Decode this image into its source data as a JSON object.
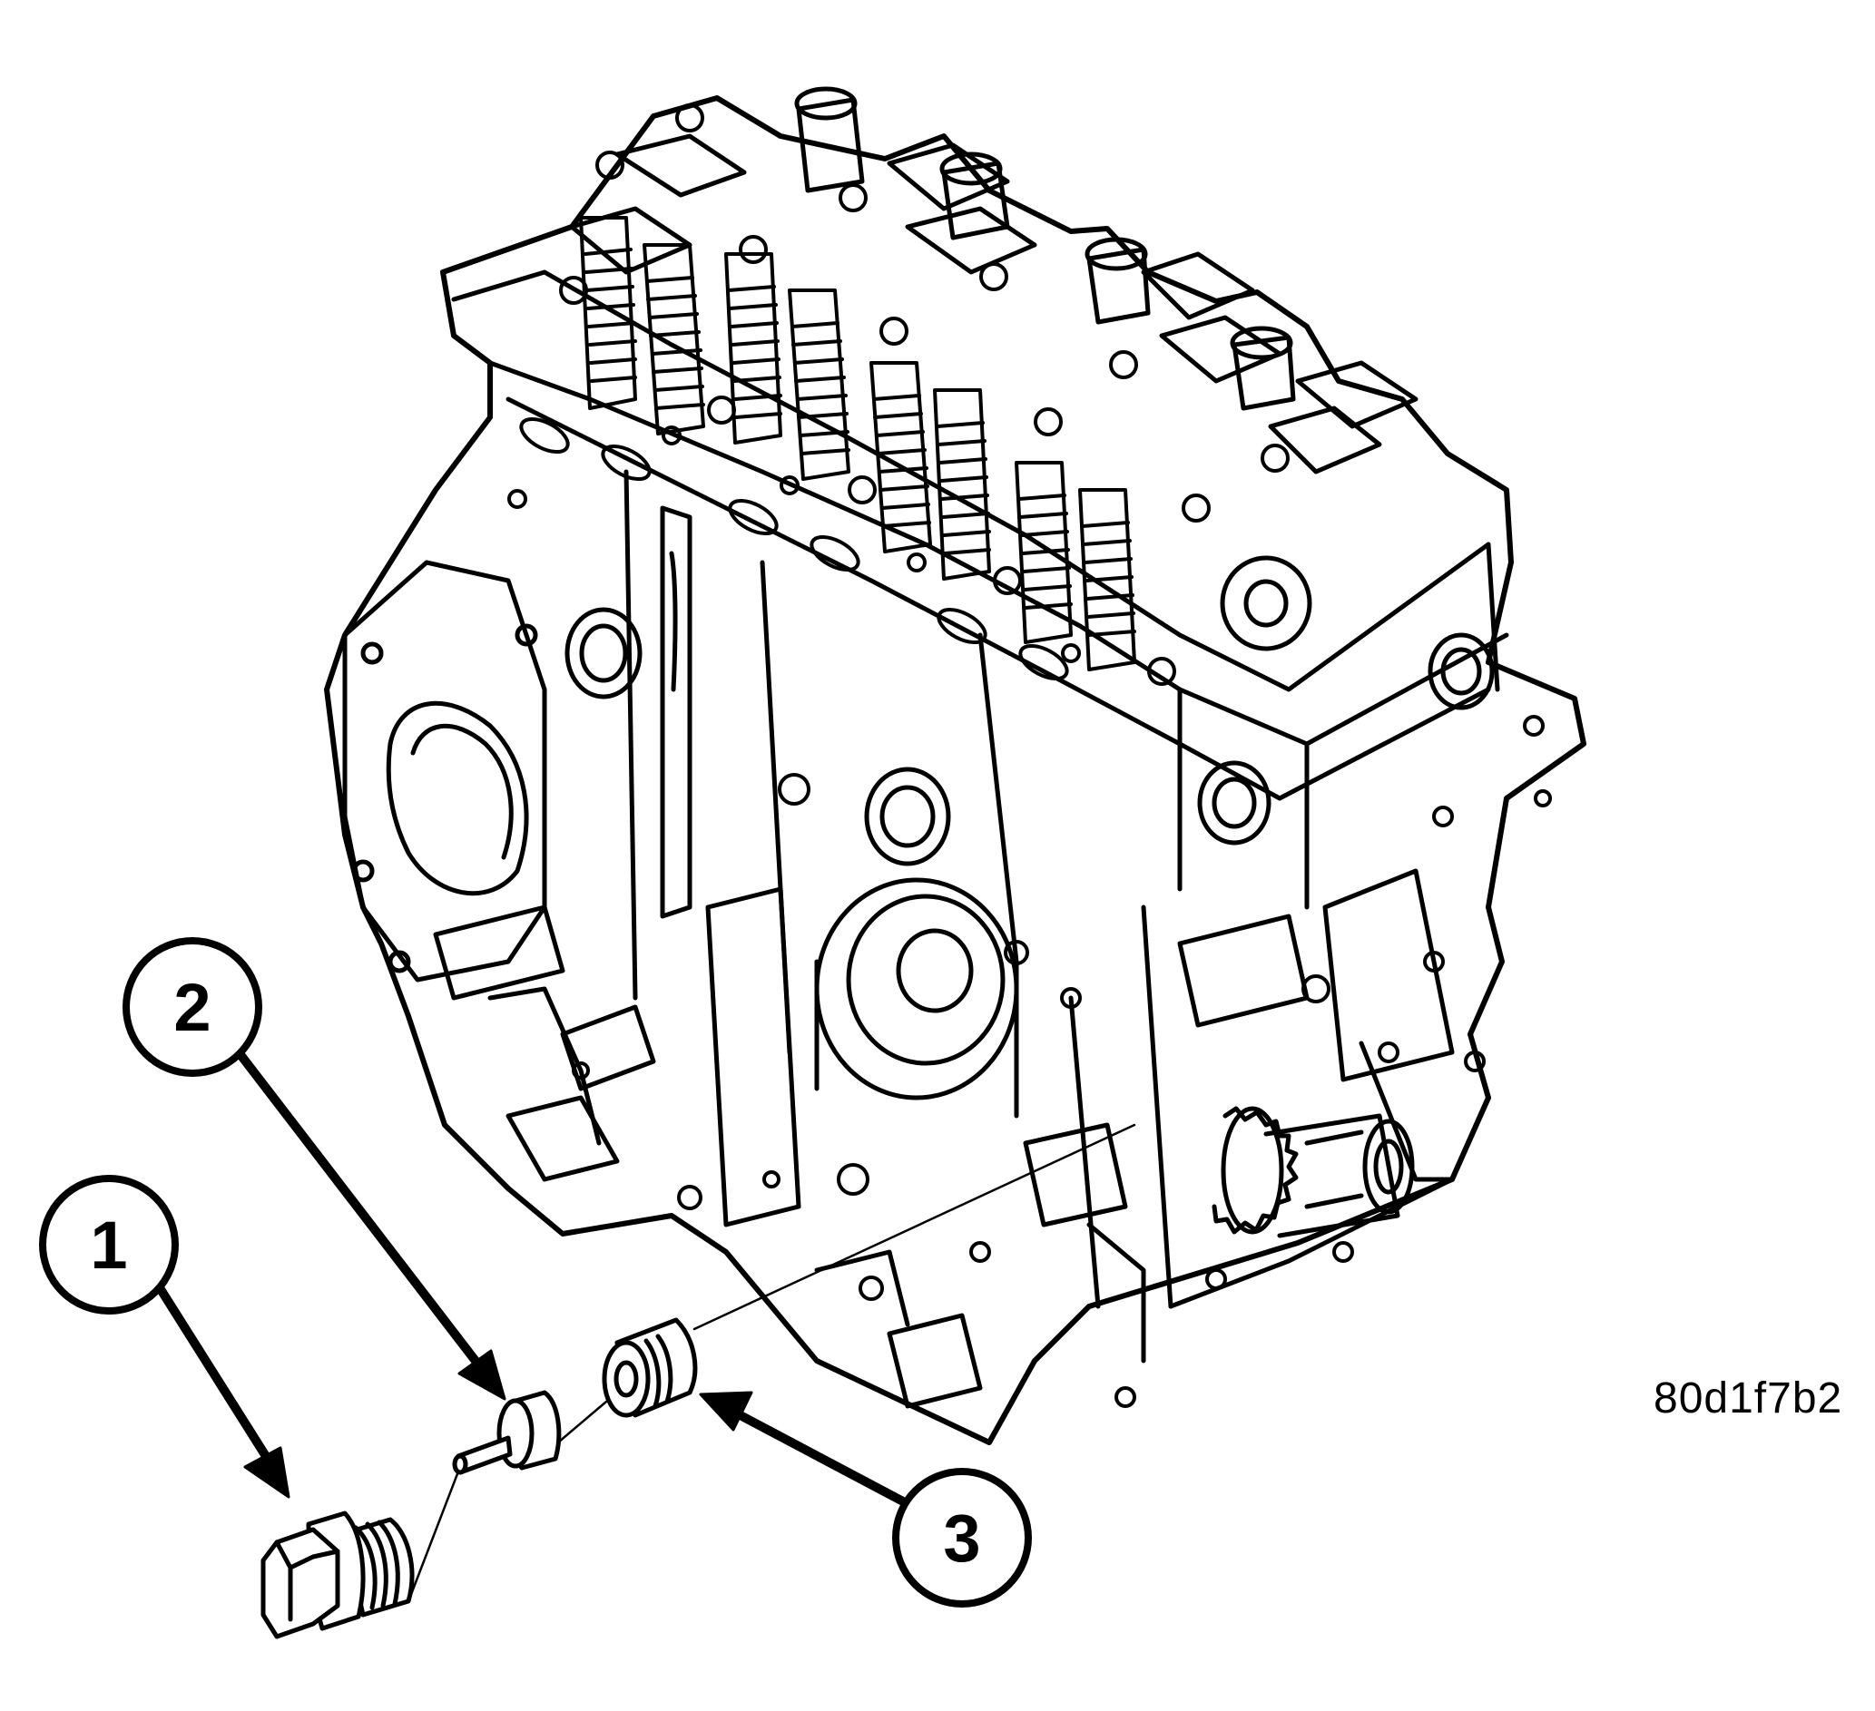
{
  "figure": {
    "code": "80d1f7b2",
    "line_color": "#000000",
    "background": "#ffffff"
  },
  "callouts": [
    {
      "number": "1",
      "target": "drain-plug"
    },
    {
      "number": "2",
      "target": "plug-pin"
    },
    {
      "number": "3",
      "target": "sleeve-dowel"
    }
  ],
  "parts": [
    {
      "id": "engine",
      "icon": "engine-block-icon"
    },
    {
      "id": "drain-plug",
      "icon": "hex-plug-icon"
    },
    {
      "id": "plug-pin",
      "icon": "pin-plug-icon"
    },
    {
      "id": "sleeve-dowel",
      "icon": "sleeve-icon"
    }
  ]
}
